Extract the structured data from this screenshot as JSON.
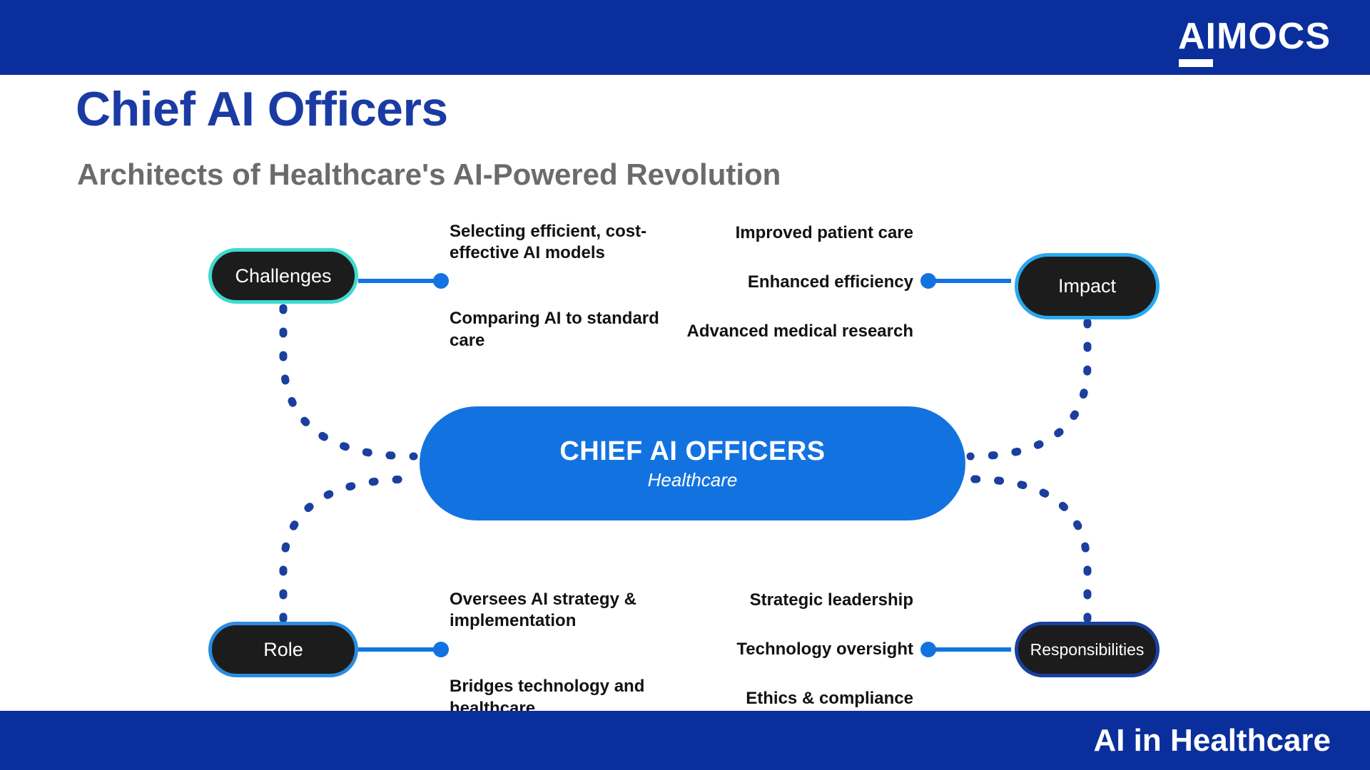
{
  "header": {
    "brand": "AIMOCS",
    "brand_underline_icon": "underline-accent",
    "bar_color": "#0a2f9c"
  },
  "title": {
    "main": "Chief AI Officers",
    "subtitle": "Architects of Healthcare's AI-Powered Revolution",
    "main_color": "#1a3ba3",
    "subtitle_color": "#6b6b6b"
  },
  "diagram": {
    "center": {
      "title": "CHIEF AI OFFICERS",
      "subtitle": "Healthcare",
      "fill_color": "#1273e0"
    },
    "branches": [
      {
        "id": "challenges",
        "label": "Challenges",
        "border_color": "#3fd9d0",
        "fill_color": "#1c1c1c",
        "align": "left",
        "bullets": [
          "Selecting efficient, cost-effective AI models",
          "Comparing AI to standard care"
        ]
      },
      {
        "id": "impact",
        "label": "Impact",
        "border_color": "#2aa9f0",
        "fill_color": "#1c1c1c",
        "align": "right",
        "bullets": [
          "Improved patient care",
          "Enhanced efficiency",
          "Advanced medical research"
        ]
      },
      {
        "id": "role",
        "label": "Role",
        "border_color": "#2b8ce0",
        "fill_color": "#1c1c1c",
        "align": "left",
        "bullets": [
          "Oversees AI strategy & implementation",
          "Bridges technology and healthcare"
        ]
      },
      {
        "id": "responsibilities",
        "label": "Responsibilities",
        "border_color": "#1a3f9e",
        "fill_color": "#1c1c1c",
        "align": "right",
        "bullets": [
          "Strategic leadership",
          "Technology oversight",
          "Ethics & compliance"
        ]
      }
    ],
    "connector_color": "#1a3f9e",
    "stem_color": "#1273e0"
  },
  "footer": {
    "label": "AI in Healthcare",
    "bar_color": "#0a2f9c"
  }
}
